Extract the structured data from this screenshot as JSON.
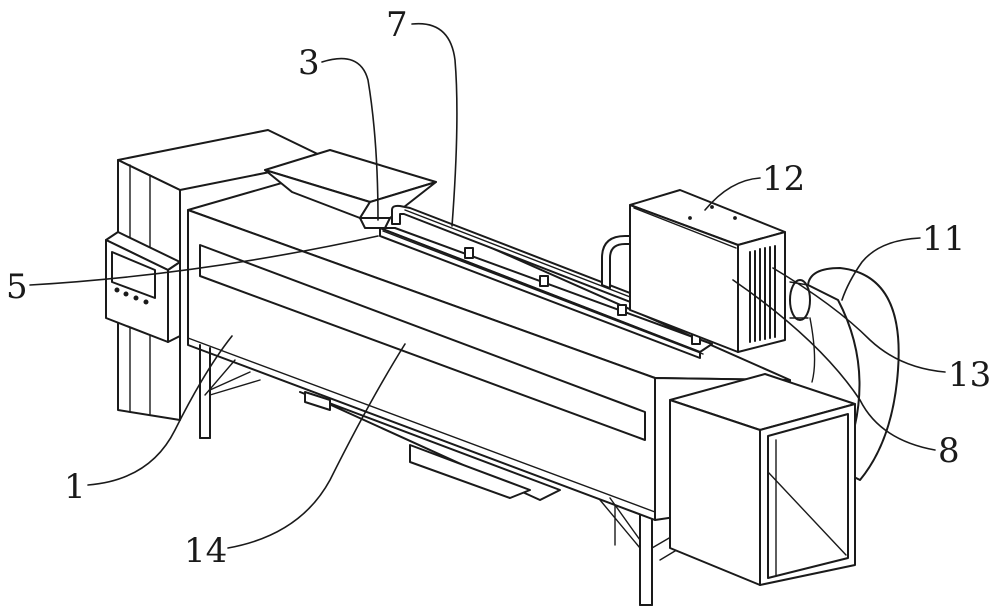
{
  "callouts": {
    "c1": "1",
    "c3": "3",
    "c5": "5",
    "c7": "7",
    "c8": "8",
    "c11": "11",
    "c12": "12",
    "c13": "13",
    "c14": "14"
  },
  "colors": {
    "line": "#1a1a1a",
    "background": "#ffffff"
  }
}
